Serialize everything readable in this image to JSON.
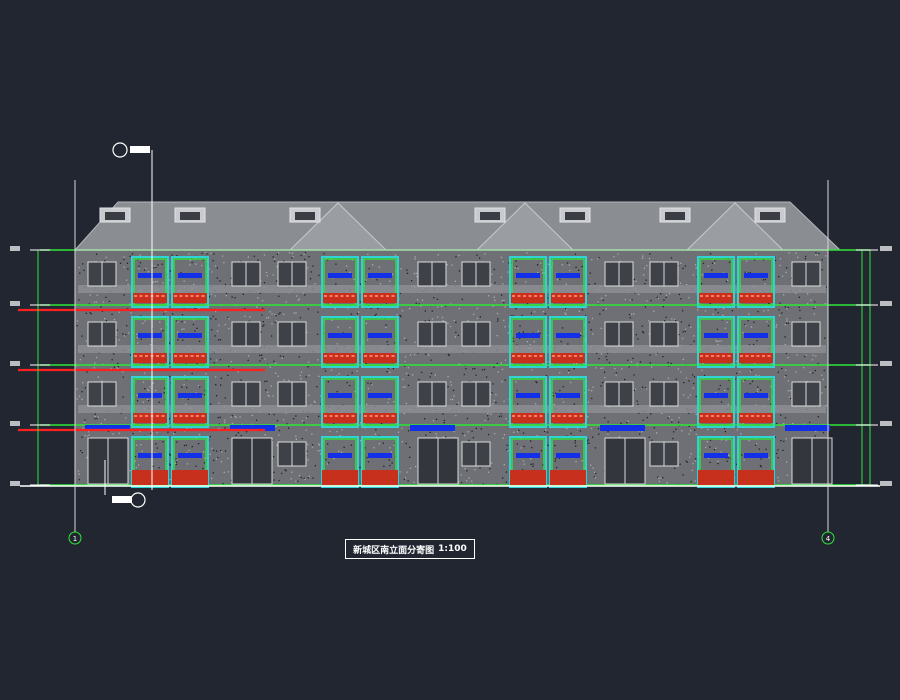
{
  "drawing": {
    "title": "新城区南立面分寄图",
    "scale": "1:100",
    "grid_axis_left": "1",
    "grid_axis_right": "4"
  },
  "colors": {
    "background": "#212630",
    "roof": "#8a8d92",
    "wall": "#6e7075",
    "grid_line": "#2fe63a",
    "window_frame": "#2fd3d6",
    "shutter": "#1230e8",
    "brick": "#c8301e",
    "dimension": "#ffffff",
    "leader": "#ff2020"
  },
  "icons": {
    "section_marker": "section-symbol-icon",
    "grid_bubble": "axis-bubble-icon",
    "level_marker": "elevation-marker-icon"
  }
}
